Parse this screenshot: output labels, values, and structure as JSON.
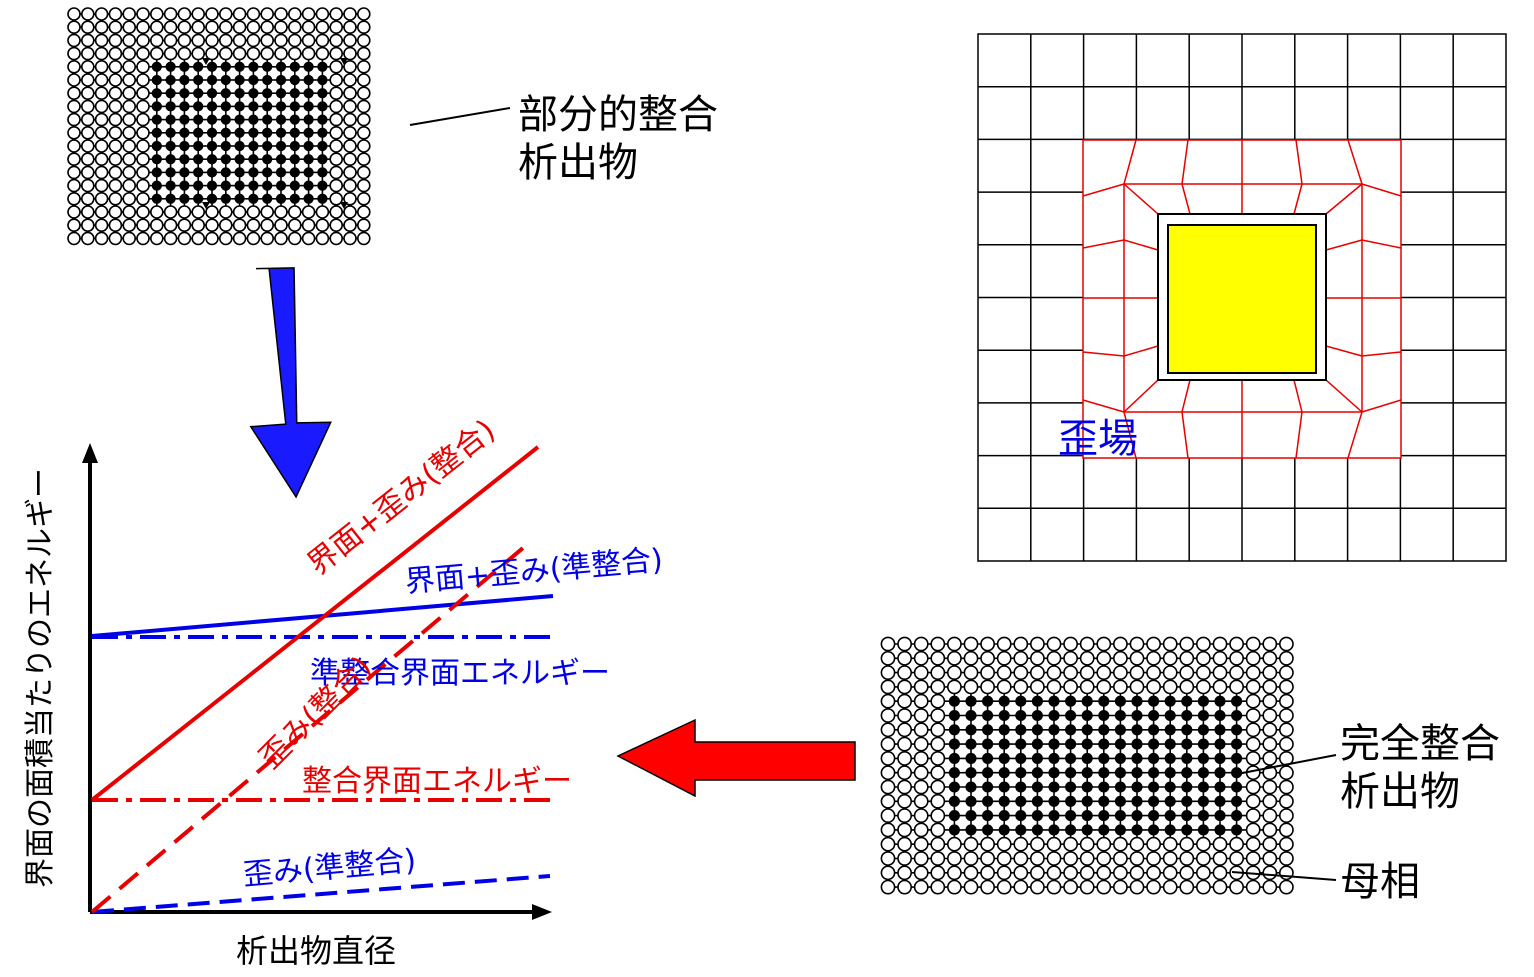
{
  "colors": {
    "red": "#e60000",
    "blue": "#0000e6",
    "arrow_blue": "#1a1aff",
    "arrow_red": "#ff0000",
    "yellow": "#ffff00",
    "black": "#000000"
  },
  "lattice_top": {
    "label_line1": "部分的整合",
    "label_line2": "析出物"
  },
  "lattice_bottom": {
    "label_precipitate_line1": "完全整合",
    "label_precipitate_line2": "析出物",
    "label_matrix": "母相"
  },
  "strain_field": {
    "label": "歪場"
  },
  "graph": {
    "y_axis_label": "界面の面積当たりのエネルギー",
    "x_axis_label": "析出物直径",
    "curves": {
      "coherent_total": "界面+歪み(整合)",
      "semicoherent_total": "界面+歪み(準整合)",
      "semicoherent_interface": "準整合界面エネルギー",
      "coherent_strain": "歪み(整合)",
      "coherent_interface": "整合界面エネルギー",
      "semicoherent_strain": "歪み(準整合)"
    }
  },
  "icons": {
    "down_arrow": "down-arrow-icon",
    "left_arrow": "left-arrow-icon"
  }
}
